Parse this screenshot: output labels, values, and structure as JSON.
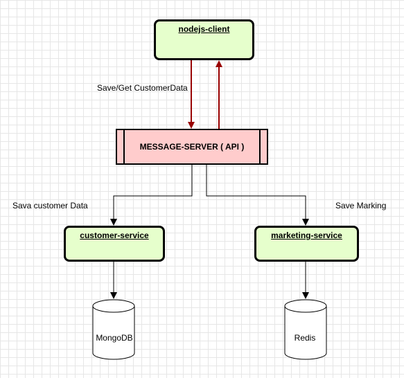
{
  "nodes": {
    "client": "nodejs-client",
    "server": "MESSAGE-SERVER ( API )",
    "customer_service": "customer-service",
    "marketing_service": "marketing-service",
    "mongodb": "MongoDB",
    "redis": "Redis"
  },
  "edges": {
    "save_get": "Save/Get CustomerData",
    "sava_customer": "Sava customer Data",
    "save_marking": "Save Marking"
  },
  "colors": {
    "client_fill": "#e6ffcc",
    "server_fill": "#ffcccc",
    "api_arrow": "#990000",
    "flow_arrow": "#000000"
  }
}
